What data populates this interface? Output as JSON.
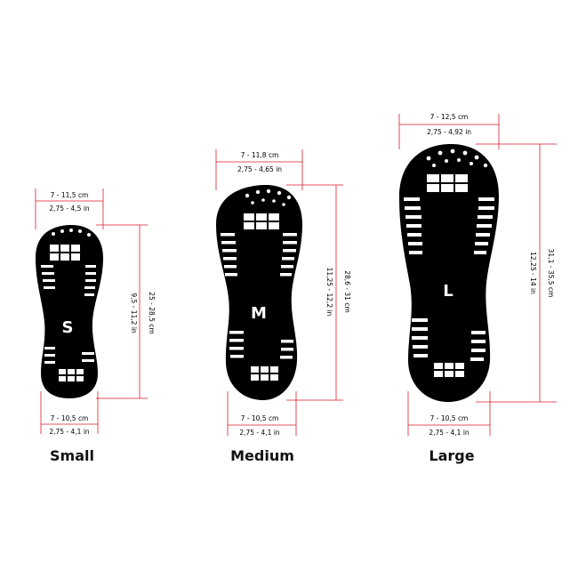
{
  "colors": {
    "measure_line": "#d81e2a",
    "sole": "#000000",
    "text": "#111111",
    "background": "#ffffff"
  },
  "sizes": [
    {
      "name": "Small",
      "letter": "S",
      "top_cm": "7 - 11,5 cm",
      "top_in": "2,75 - 4,5 in",
      "bottom_cm": "7 - 10,5 cm",
      "bottom_in": "2,75 - 4,1 in",
      "length_cm": "25 - 28,5 cm",
      "length_in": "9,5 - 11,2 in"
    },
    {
      "name": "Medium",
      "letter": "M",
      "top_cm": "7 - 11,8 cm",
      "top_in": "2,75 - 4,65 in",
      "bottom_cm": "7 - 10,5 cm",
      "bottom_in": "2,75 - 4,1 in",
      "length_cm": "28,6 - 31 cm",
      "length_in": "11,25 - 12,2 in"
    },
    {
      "name": "Large",
      "letter": "L",
      "top_cm": "7 - 12,5 cm",
      "top_in": "2,75 - 4,92 in",
      "bottom_cm": "7 - 10,5 cm",
      "bottom_in": "2,75 - 4,1 in",
      "length_cm": "31,1 - 35,5 cm",
      "length_in": "12,25 - 14 in"
    }
  ]
}
